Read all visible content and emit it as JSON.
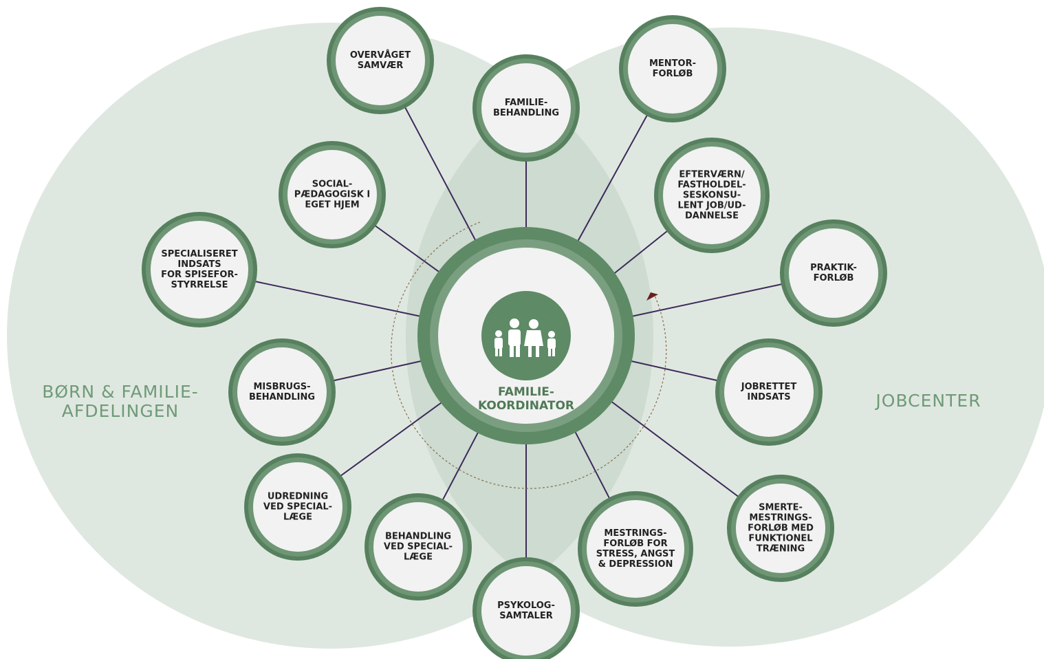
{
  "regions": {
    "left_label": "BØRN & FAMILIE-\nAFDELINGEN",
    "right_label": "JOBCENTER"
  },
  "center": {
    "label": "FAMILIE-\nKOORDINATOR",
    "icon": "family-icon"
  },
  "colors": {
    "region_fill": "#dfe8e0",
    "overlap_fill": "#cddbd0",
    "ring": "#6e9675",
    "ring_dark": "#56805e",
    "node_fill": "#f2f2f2",
    "spoke": "#3d2a5a",
    "region_text": "#6f9a78",
    "center_text": "#4f7a56"
  },
  "nodes": [
    {
      "id": "overvaaget-samvaer",
      "label": "OVERVÅGET\nSAMVÆR"
    },
    {
      "id": "familiebehandling",
      "label": "FAMILIE-\nBEHANDLING"
    },
    {
      "id": "mentorforloeb",
      "label": "MENTOR-\nFORLØB"
    },
    {
      "id": "socialpaedagogisk",
      "label": "SOCIAL-\nPÆDAGOGISK I\nEGET HJEM"
    },
    {
      "id": "efterværn",
      "label": "EFTERVÆRN/\nFASTHOLDEL-\nSESKONSU-\nLENT JOB/UD-\nDANNELSE"
    },
    {
      "id": "spiseforstyrrelse",
      "label": "SPECIALISERET\nINDSATS\nFOR SPISEFOR-\nSTYRRELSE"
    },
    {
      "id": "praktikforloeb",
      "label": "PRAKTIK-\nFORLØB"
    },
    {
      "id": "misbrugsbehandling",
      "label": "MISBRUGS-\nBEHANDLING"
    },
    {
      "id": "jobrettet-indsats",
      "label": "JOBRETTET\nINDSATS"
    },
    {
      "id": "udredning",
      "label": "UDREDNING\nVED SPECIAL-\nLÆGE"
    },
    {
      "id": "smertemestring",
      "label": "SMERTE-\nMESTRINGS-\nFORLØB MED\nFUNKTIONEL\nTRÆNING"
    },
    {
      "id": "behandling-speciallaege",
      "label": "BEHANDLING\nVED SPECIAL-\nLÆGE"
    },
    {
      "id": "mestringsforloeb",
      "label": "MESTRINGS-\nFORLØB FOR\nSTRESS, ANGST\n& DEPRESSION"
    },
    {
      "id": "psykologsamtaler",
      "label": "PSYKOLOG-\nSAMTALER"
    }
  ]
}
